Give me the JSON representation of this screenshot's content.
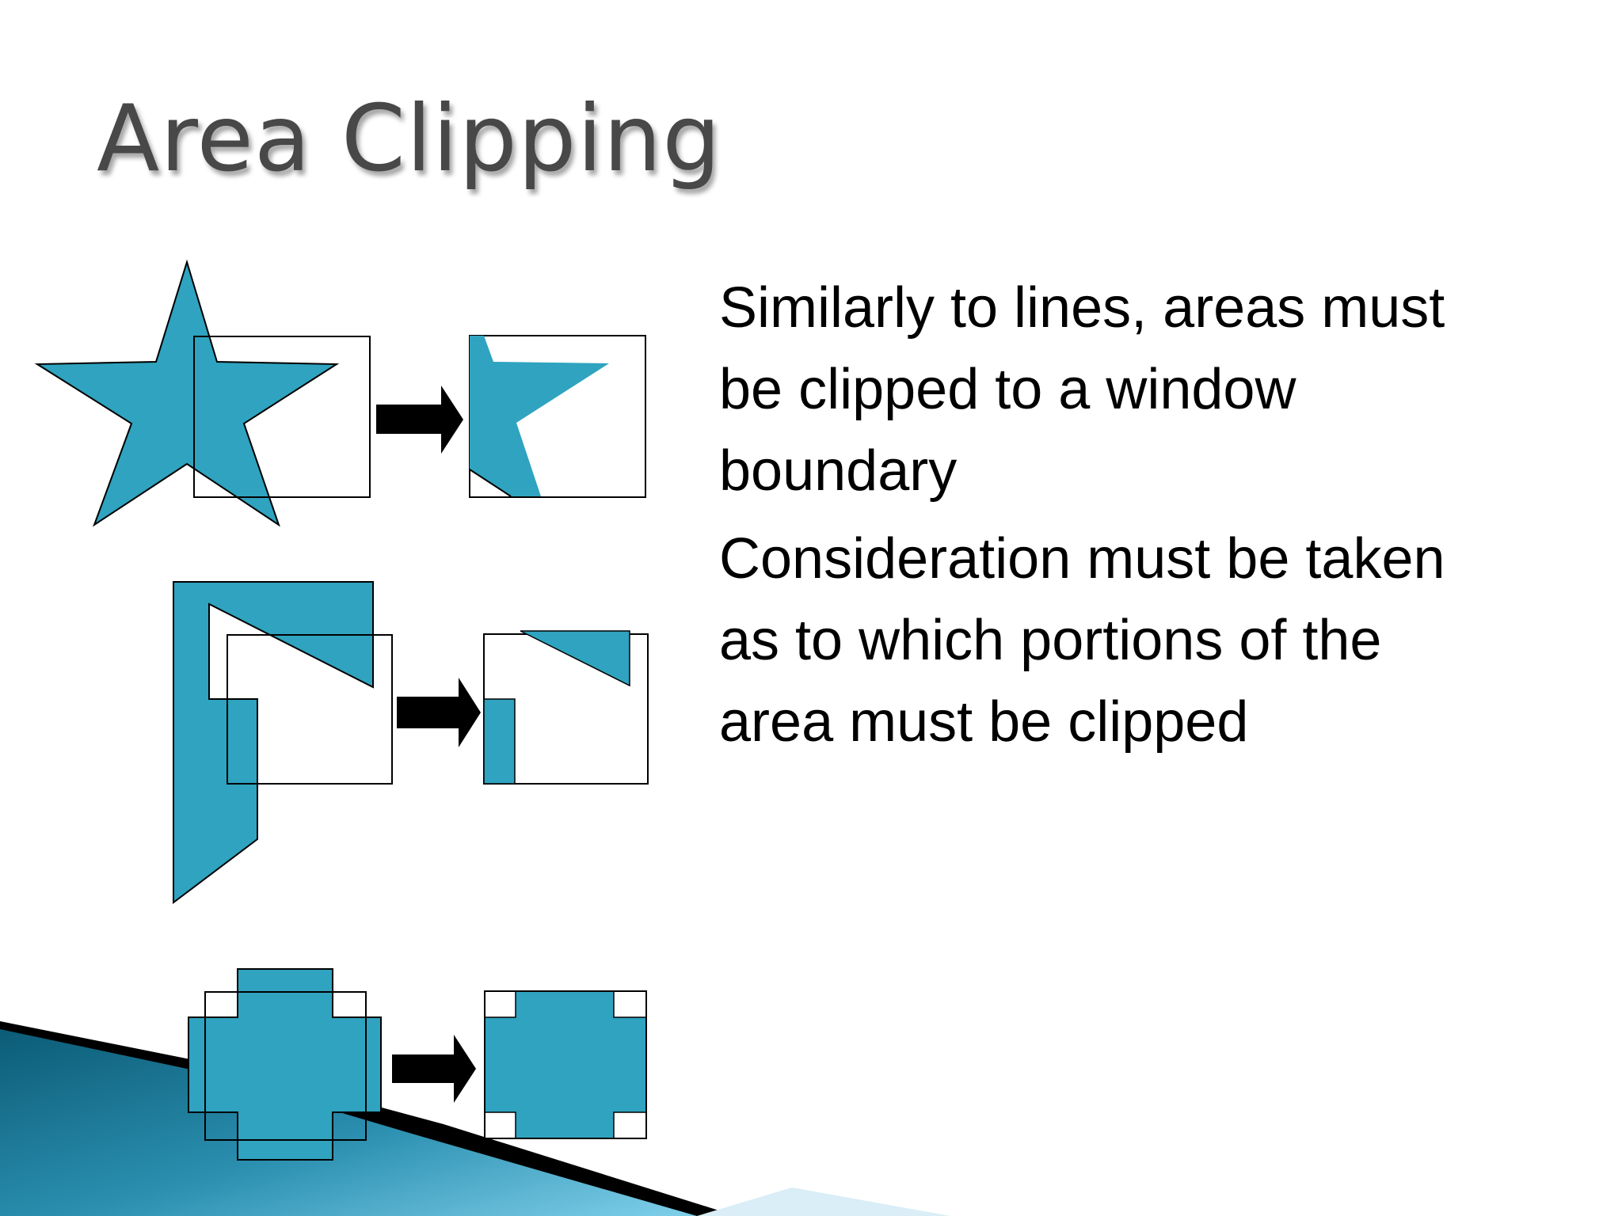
{
  "slide": {
    "title": "Area Clipping",
    "bullets": [
      "Similarly to lines, areas must\nbe clipped to a window\nboundary",
      "Consideration must be taken\nas to which portions of the\narea must be clipped"
    ]
  },
  "figures": {
    "fill_color": "#2fa3bf",
    "outline_color": "#000000",
    "arrow_color": "#000000",
    "examples": [
      "star-polygon",
      "l-shaped-polygon",
      "cross-polygon"
    ]
  },
  "decoration": {
    "swoosh_colors": [
      "#0b5f7a",
      "#2b8fb0",
      "#6cc3e0",
      "#000000"
    ]
  }
}
